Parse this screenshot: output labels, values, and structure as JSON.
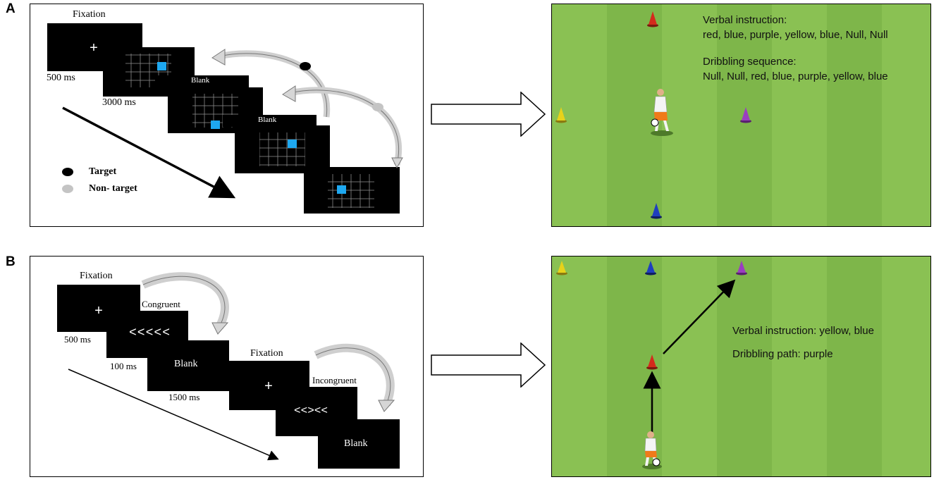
{
  "panels": {
    "a": {
      "letter": "A",
      "task": {
        "fixation_label": "Fixation",
        "fixation_time": "500 ms",
        "stimulus_time": "3000 ms",
        "blank1_label": "Blank",
        "blank2_label": "Blank",
        "legend_target": "Target",
        "legend_nontarget": "Non- target"
      },
      "field": {
        "verbal_title": "Verbal instruction:",
        "verbal_seq": "red, blue, purple, yellow, blue, Null, Null",
        "dribble_title": "Dribbling sequence:",
        "dribble_seq": "Null, Null, red, blue, purple, yellow, blue"
      }
    },
    "b": {
      "letter": "B",
      "task": {
        "fixation1_label": "Fixation",
        "congruent_label": "Congruent",
        "congruent_arrows": "<<<<<",
        "time1": "500 ms",
        "time2": "100 ms",
        "blank1": "Blank",
        "time3": "1500 ms",
        "fixation2_label": "Fixation",
        "incongruent_label": "Incongruent",
        "incongruent_arrows": "<<><<",
        "blank2": "Blank"
      },
      "field": {
        "verbal": "Verbal instruction: yellow, blue",
        "dribble": "Dribbling path: purple"
      }
    }
  },
  "colors": {
    "cone_red": "#d42a1c",
    "cone_blue": "#1f3fbf",
    "cone_yellow": "#e8d21a",
    "cone_purple": "#9a3fc0",
    "highlight_cell": "#1ea8f0",
    "field_light": "#8ac153",
    "field_dark": "#7eb64a"
  }
}
